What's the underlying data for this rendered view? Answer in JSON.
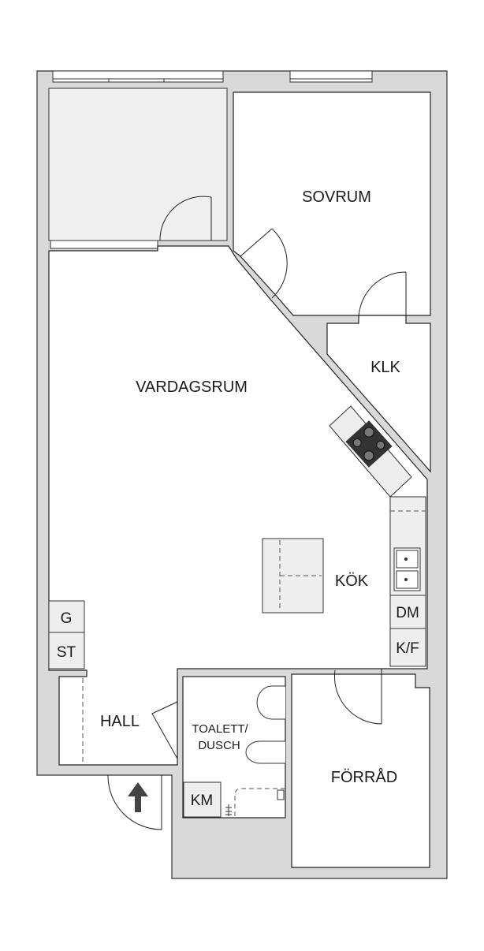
{
  "plan": {
    "rooms": {
      "sovrum": "SOVRUM",
      "vardagsrum": "VARDAGSRUM",
      "klk": "KLK",
      "kok": "KÖK",
      "hall": "HALL",
      "toalett_line1": "TOALETT/",
      "toalett_line2": "DUSCH",
      "forrad": "FÖRRÅD"
    },
    "fixtures": {
      "dm": "DM",
      "kf": "K/F",
      "g": "G",
      "st": "ST",
      "km": "KM"
    },
    "colors": {
      "wall": "#d9d9d9",
      "fixture": "#eeeeee",
      "stove": "#333333",
      "arrow": "#444444"
    }
  }
}
